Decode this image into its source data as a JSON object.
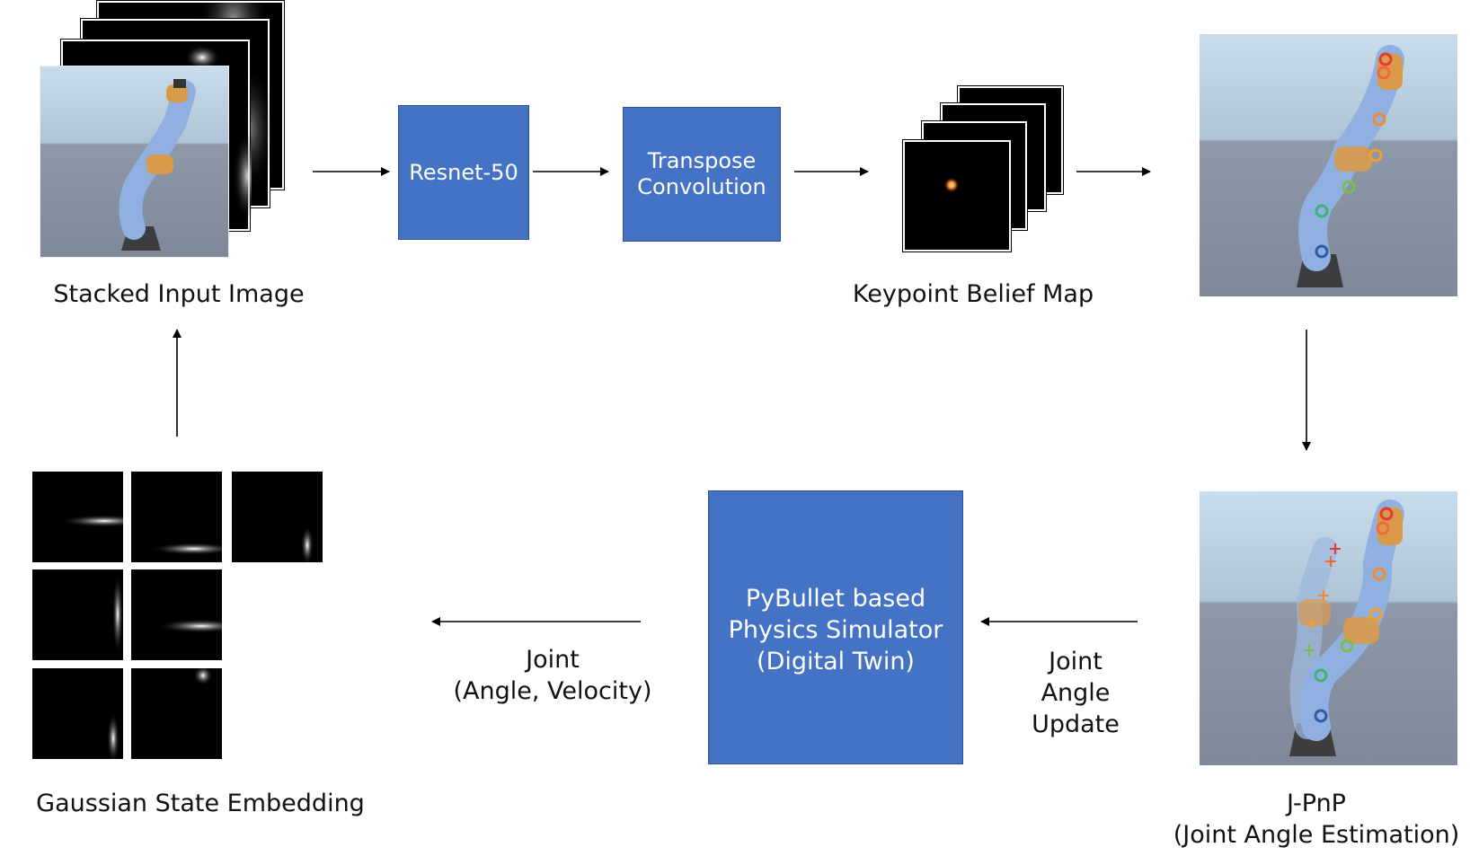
{
  "labels": {
    "stacked_input_image": "Stacked Input Image",
    "keypoint_belief_map": "Keypoint Belief Map",
    "gaussian_state_embedding": "Gaussian State Embedding",
    "jpnp": "J-PnP\n(Joint Angle Estimation)",
    "joint_angle_velocity": "Joint\n(Angle, Velocity)",
    "joint_angle_update": "Joint\nAngle\nUpdate"
  },
  "blocks": {
    "resnet": "Resnet-50",
    "transpose": "Transpose\nConvolution",
    "simulator": "PyBullet based\nPhysics Simulator\n(Digital Twin)"
  },
  "colors": {
    "block_fill": "#4472c4",
    "block_border": "#2f528f",
    "arrow": "#000000"
  },
  "icons": {
    "robot_render": "robot-arm-render",
    "heatmap": "gaussian-heatmap"
  }
}
